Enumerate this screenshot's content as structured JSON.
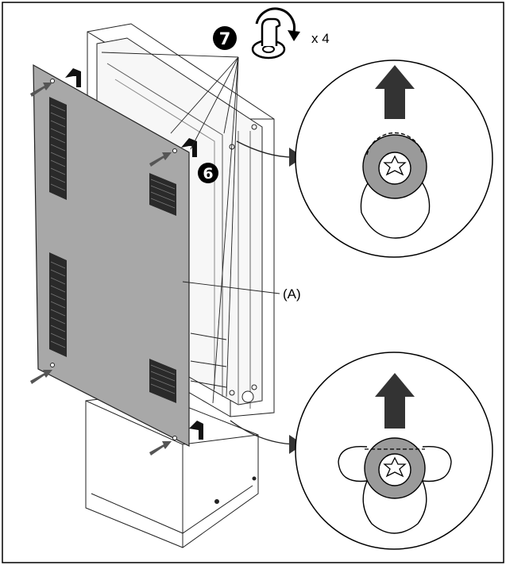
{
  "callouts": {
    "step_remove": "6",
    "step_screws": "7",
    "screw_count": "x 4",
    "panel_label": "(A)"
  },
  "icons": {
    "screwdriver": "screwdriver-rotate-icon",
    "keyhole_top": "keyhole-slot-detail-icon",
    "keyhole_bottom": "keyhole-slot-detail-icon"
  },
  "colors": {
    "panel": "#a8a8a8",
    "screw_head": "#9a9a9a",
    "line": "#000000",
    "arrow": "#333333"
  }
}
